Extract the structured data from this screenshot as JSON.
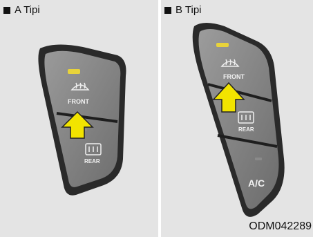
{
  "panels": {
    "a": {
      "label": "A Tipi"
    },
    "b": {
      "label": "B Tipi"
    }
  },
  "buttons": {
    "front_label": "FRONT",
    "rear_label": "REAR",
    "ac_label": "A/C"
  },
  "indicator_colors": {
    "front_indicator_on": "#e8d33a",
    "indicator_off": "#8a8a8a"
  },
  "arrow_color": "#f2e400",
  "icons": [
    "front-defrost-icon",
    "rear-defrost-icon",
    "push-arrow-icon"
  ],
  "caption": "ODM042289"
}
